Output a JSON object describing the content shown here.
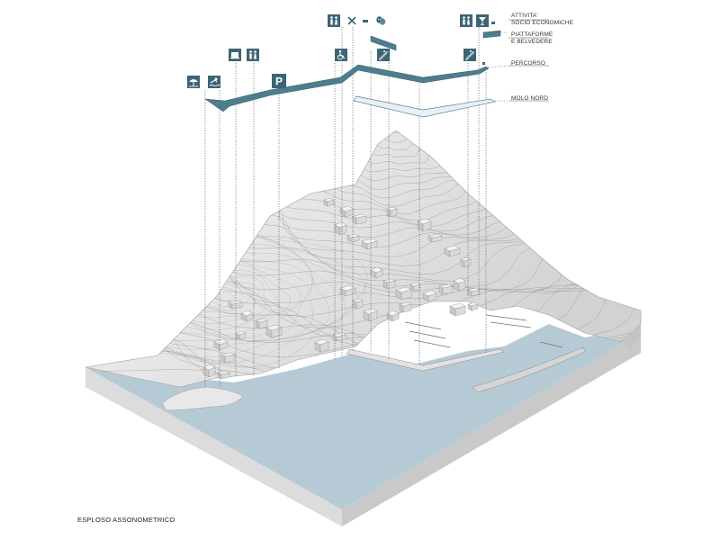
{
  "diagram": {
    "caption": "ESPLOSO ASSONOMETRICO",
    "legend": [
      {
        "id": "attivita",
        "lines": [
          "ATTIVITA'",
          "SOCIO ECONOMICHE"
        ]
      },
      {
        "id": "piattaforme",
        "lines": [
          "PIATTAFORME",
          "E BELVEDERE"
        ]
      },
      {
        "id": "percorso",
        "lines": [
          "PERCORSO"
        ]
      },
      {
        "id": "molo",
        "lines": [
          "MOLO NORD"
        ]
      }
    ],
    "parking_letter": "P",
    "colors": {
      "accent": "#4e7e8e",
      "accent_dark": "#2f5866",
      "sea": "#b6cad6",
      "sea_side": "#a9bcc8",
      "terrain": "#e4e4e4",
      "terrain_side": "#cfcfcf",
      "contour": "#9a9a9a"
    },
    "icons": [
      "beach-umbrella-icon",
      "swimmer-icon",
      "restaurant-icon",
      "restroom-icon",
      "parking-icon",
      "wheelchair-icon",
      "restroom-icon",
      "cutlery-icon",
      "theater-masks-icon",
      "stairs-icon",
      "stairs-icon",
      "restroom-icon",
      "cocktail-icon"
    ]
  }
}
